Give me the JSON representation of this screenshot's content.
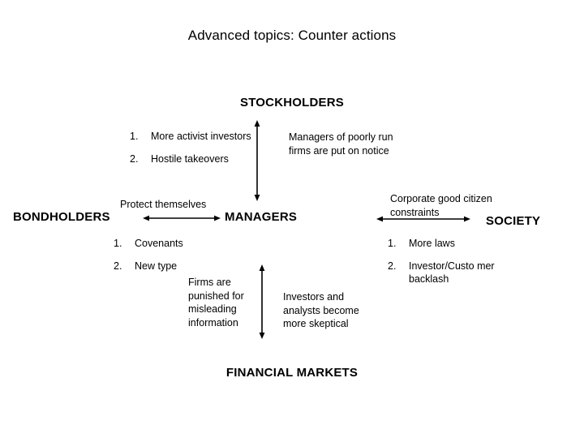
{
  "slide": {
    "title": "Advanced topics: Counter actions",
    "background_color": "#ffffff",
    "text_color": "#000000"
  },
  "nodes": {
    "stockholders": "STOCKHOLDERS",
    "bondholders": "BONDHOLDERS",
    "managers": "MANAGERS",
    "society": "SOCIETY",
    "financial_markets": "FINANCIAL MARKETS"
  },
  "notes": {
    "managers_notice": "Managers of poorly run firms are put on notice",
    "protect_themselves": "Protect themselves",
    "corporate_citizen": "Corporate good citizen constraints",
    "firms_punished": "Firms are punished for misleading information",
    "investors_skeptical": "Investors and analysts become more skeptical"
  },
  "lists": {
    "stockholders": [
      {
        "num": "1.",
        "text": "More activist investors"
      },
      {
        "num": "2.",
        "text": "Hostile takeovers"
      }
    ],
    "bondholders": [
      {
        "num": "1.",
        "text": "Covenants"
      },
      {
        "num": "2.",
        "text": "New type"
      }
    ],
    "society": [
      {
        "num": "1.",
        "text": "More laws"
      },
      {
        "num": "2.",
        "text": "Investor/Custo mer backlash"
      }
    ]
  },
  "arrows": [
    {
      "name": "stockholders-managers",
      "orientation": "vertical",
      "heads": "both"
    },
    {
      "name": "managers-financial-markets",
      "orientation": "vertical",
      "heads": "both"
    },
    {
      "name": "bondholders-managers",
      "orientation": "horizontal",
      "heads": "both"
    },
    {
      "name": "society-managers",
      "orientation": "horizontal",
      "heads": "both"
    }
  ]
}
